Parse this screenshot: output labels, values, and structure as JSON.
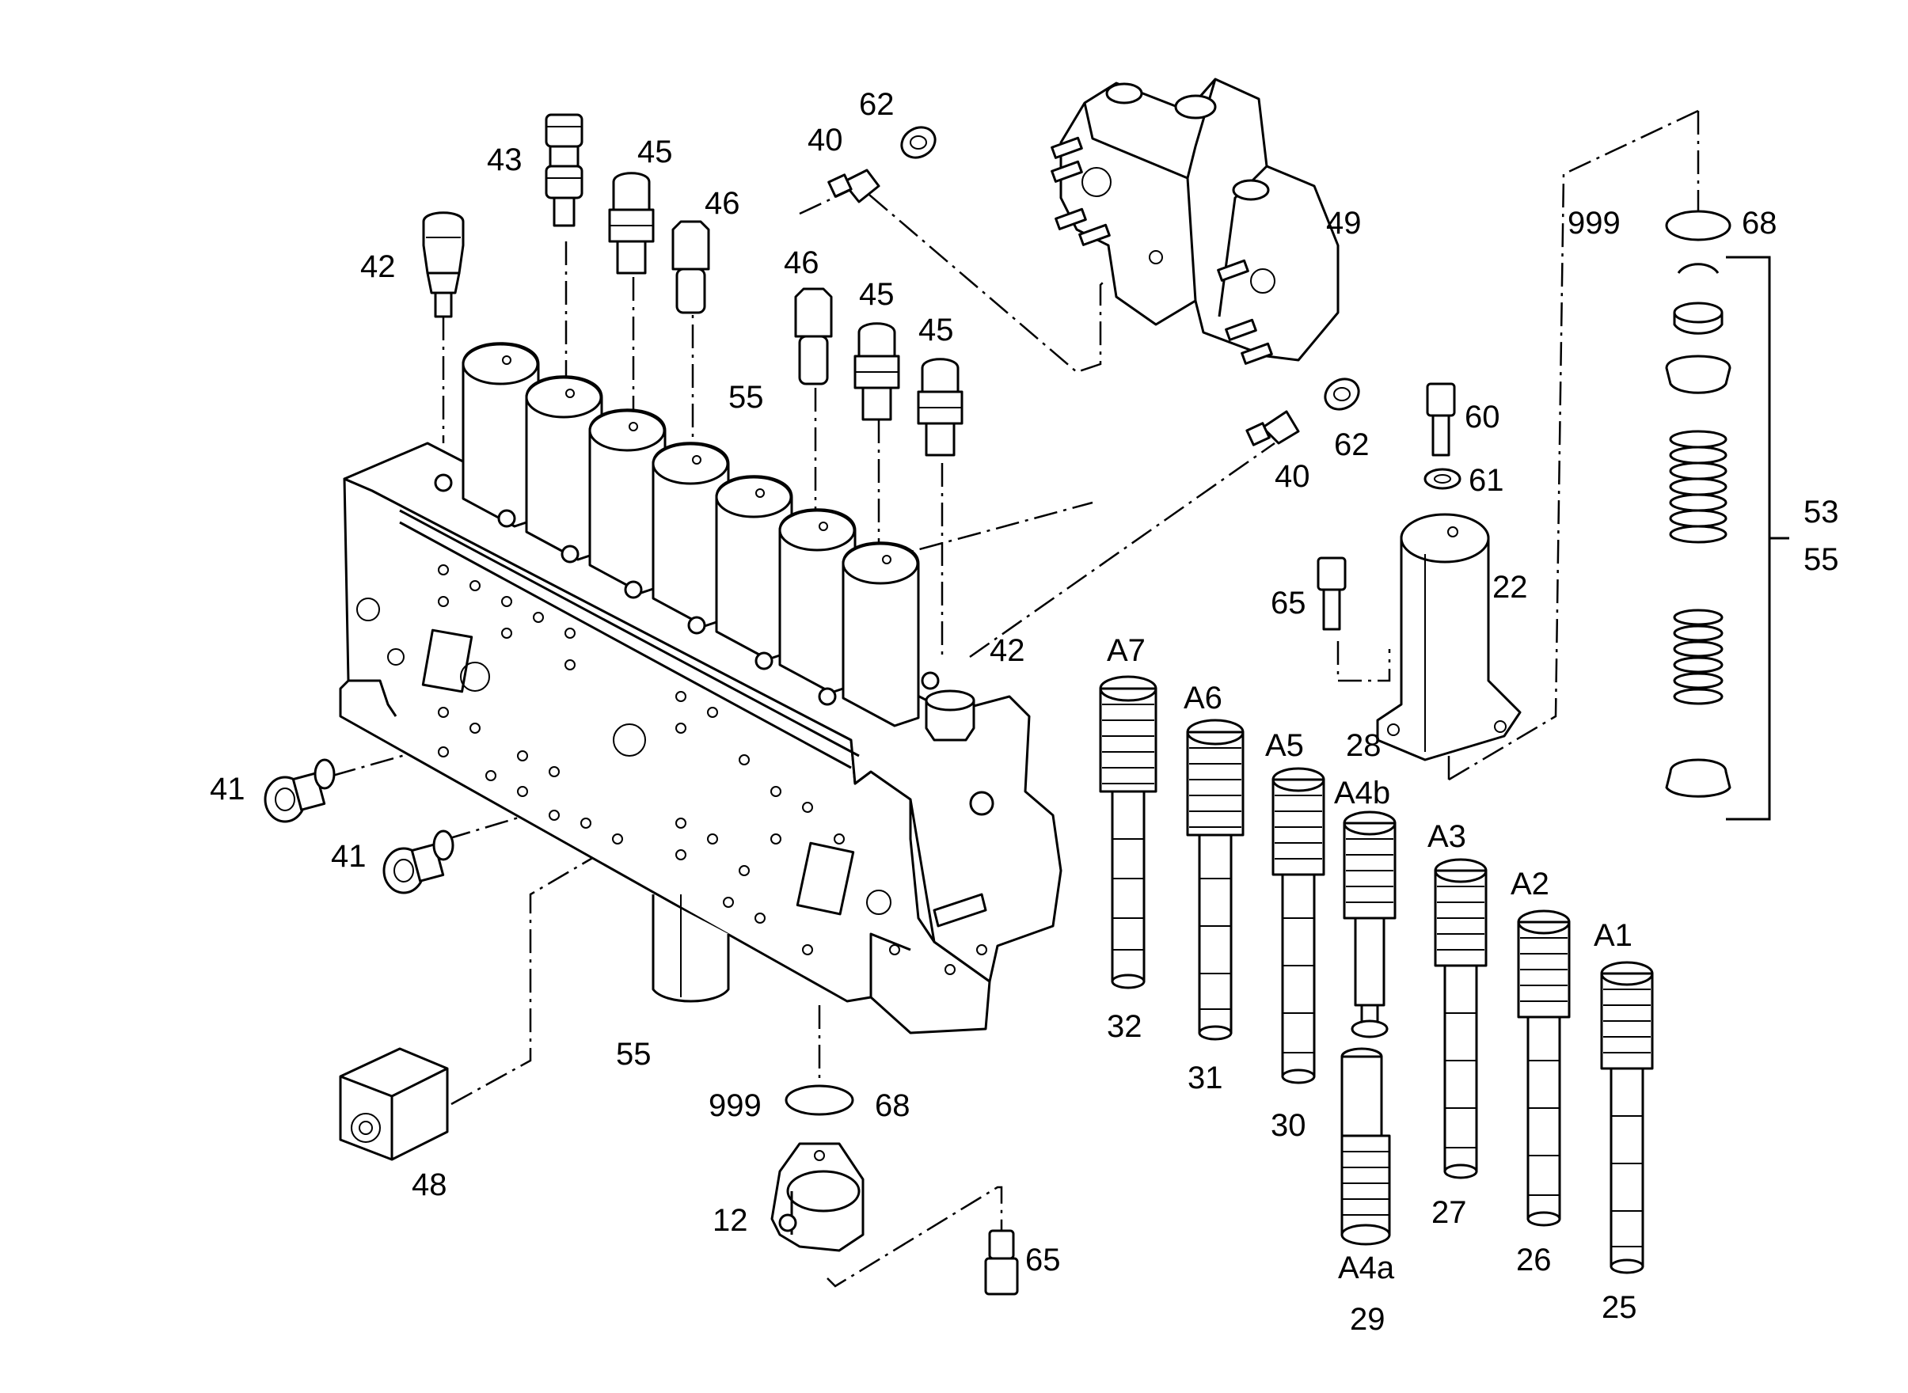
{
  "diagram": {
    "type": "exploded parts diagram",
    "callouts": [
      {
        "id": "c-62-top",
        "text": "62"
      },
      {
        "id": "c-40-top",
        "text": "40"
      },
      {
        "id": "c-43",
        "text": "43"
      },
      {
        "id": "c-45-a",
        "text": "45"
      },
      {
        "id": "c-46-a",
        "text": "46"
      },
      {
        "id": "c-42-top",
        "text": "42"
      },
      {
        "id": "c-46-b",
        "text": "46"
      },
      {
        "id": "c-45-b",
        "text": "45"
      },
      {
        "id": "c-45-c",
        "text": "45"
      },
      {
        "id": "c-55-top",
        "text": "55"
      },
      {
        "id": "c-49",
        "text": "49"
      },
      {
        "id": "c-999-top",
        "text": "999"
      },
      {
        "id": "c-68-top",
        "text": "68"
      },
      {
        "id": "c-60",
        "text": "60"
      },
      {
        "id": "c-62-mid",
        "text": "62"
      },
      {
        "id": "c-40-mid",
        "text": "40"
      },
      {
        "id": "c-61",
        "text": "61"
      },
      {
        "id": "c-53",
        "text": "53"
      },
      {
        "id": "c-55-right",
        "text": "55"
      },
      {
        "id": "c-22",
        "text": "22"
      },
      {
        "id": "c-65-mid",
        "text": "65"
      },
      {
        "id": "c-42-mid",
        "text": "42"
      },
      {
        "id": "c-A7",
        "text": "A7"
      },
      {
        "id": "c-A6",
        "text": "A6"
      },
      {
        "id": "c-A5",
        "text": "A5"
      },
      {
        "id": "c-28",
        "text": "28"
      },
      {
        "id": "c-A4b",
        "text": "A4b"
      },
      {
        "id": "c-A3",
        "text": "A3"
      },
      {
        "id": "c-A2",
        "text": "A2"
      },
      {
        "id": "c-A1",
        "text": "A1"
      },
      {
        "id": "c-41-a",
        "text": "41"
      },
      {
        "id": "c-41-b",
        "text": "41"
      },
      {
        "id": "c-32",
        "text": "32"
      },
      {
        "id": "c-31",
        "text": "31"
      },
      {
        "id": "c-30",
        "text": "30"
      },
      {
        "id": "c-55-bottom",
        "text": "55"
      },
      {
        "id": "c-999-bottom",
        "text": "999"
      },
      {
        "id": "c-68-bottom",
        "text": "68"
      },
      {
        "id": "c-27",
        "text": "27"
      },
      {
        "id": "c-26",
        "text": "26"
      },
      {
        "id": "c-25",
        "text": "25"
      },
      {
        "id": "c-48",
        "text": "48"
      },
      {
        "id": "c-12",
        "text": "12"
      },
      {
        "id": "c-65-bottom",
        "text": "65"
      },
      {
        "id": "c-A4a",
        "text": "A4a"
      },
      {
        "id": "c-29",
        "text": "29"
      }
    ]
  }
}
